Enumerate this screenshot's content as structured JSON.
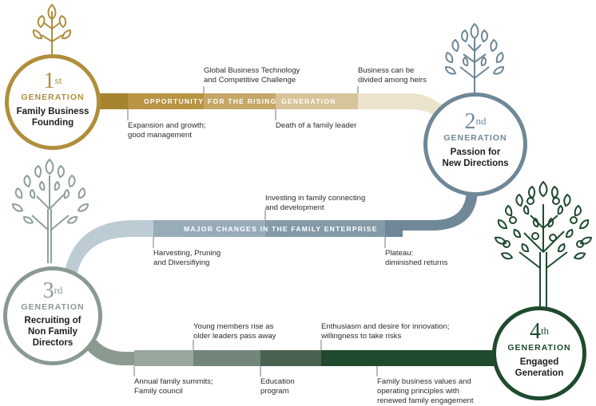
{
  "colors": {
    "gold": "#b08e3c",
    "slate": "#6f8797",
    "sage": "#7b8d83",
    "forest": "#1e4a2e"
  },
  "generations": [
    {
      "number": "1",
      "suffix": "st",
      "word": "GENERATION",
      "desc_line1": "Family Business",
      "desc_line2": "Founding"
    },
    {
      "number": "2",
      "suffix": "nd",
      "word": "GENERATION",
      "desc_line1": "Passion for",
      "desc_line2": "New Directions"
    },
    {
      "number": "3",
      "suffix": "rd",
      "word": "GENERATION",
      "desc_line1": "Recruiting of",
      "desc_line2": "Non Family",
      "desc_line3": "Directors"
    },
    {
      "number": "4",
      "suffix": "th",
      "word": "GENERATION",
      "desc_line1": "Engaged",
      "desc_line2": "Generation"
    }
  ],
  "bands": {
    "band1": [
      "OPPORTUNITY",
      "FOR THE RISING",
      "GENERATION"
    ],
    "band2": [
      "MAJOR CHANGES IN",
      "THE FAMILY ENTERPRISE"
    ]
  },
  "milestones": {
    "m1": {
      "l1": "Expansion and growth;",
      "l2": "good management"
    },
    "m2": {
      "l1": "Global Business Technology",
      "l2": "and Competitive Challenge"
    },
    "m3": {
      "l1": "Death of a family leader"
    },
    "m4": {
      "l1": "Business can be",
      "l2": "divided among heirs"
    },
    "m5": {
      "l1": "Harvesting, Pruning",
      "l2": "and Diversifiying"
    },
    "m6": {
      "l1": "Investing in family connecting",
      "l2": "and development"
    },
    "m7": {
      "l1": "Plateau:",
      "l2": "diminished returns"
    },
    "m8": {
      "l1": "Annual family summits;",
      "l2": "Family council"
    },
    "m9": {
      "l1": "Young members rise as",
      "l2": "older leaders pass away"
    },
    "m10": {
      "l1": "Education",
      "l2": "program"
    },
    "m11": {
      "l1": "Enthusiasm and desire for innovation;",
      "l2": "willingness to take risks"
    },
    "m12": {
      "l1": "Family business values and",
      "l2": "operating principles with",
      "l3": "renewed family engagement"
    }
  }
}
